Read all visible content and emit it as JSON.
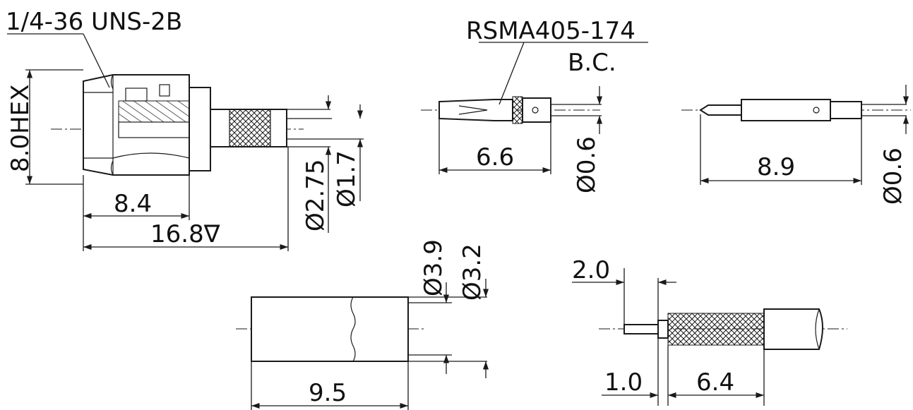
{
  "labels": {
    "thread": "1/4-36 UNS-2B",
    "hex": "8.0HEX",
    "part_number": "RSMA405-174",
    "contact_finish": "B.C.",
    "body_dim_8_4": "8.4",
    "body_dim_16_8": "16.8∇",
    "dia_2_75": "Ø2.75",
    "dia_1_7": "Ø1.7",
    "pin_len_6_6": "6.6",
    "pin_dia_a": "Ø0.6",
    "pin2_len_8_9": "8.9",
    "pin_dia_b": "Ø0.6",
    "ferrule_dia_3_9": "Ø3.9",
    "ferrule_dia_3_2": "Ø3.2",
    "ferrule_len_9_5": "9.5",
    "strip_2_0": "2.0",
    "strip_1_0": "1.0",
    "strip_6_4": "6.4"
  }
}
